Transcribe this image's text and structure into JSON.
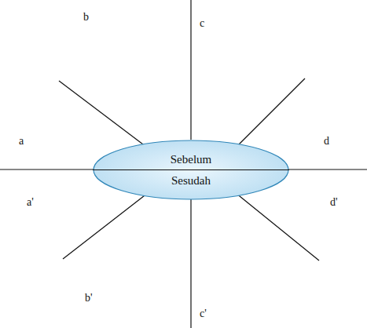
{
  "diagram": {
    "nodes": [
      {
        "text": [
          "Sebelum",
          "Sesudah"
        ]
      }
    ],
    "labels": [
      "a",
      "b",
      "c",
      "d",
      "a'",
      "b'",
      "c'",
      "d'"
    ]
  }
}
